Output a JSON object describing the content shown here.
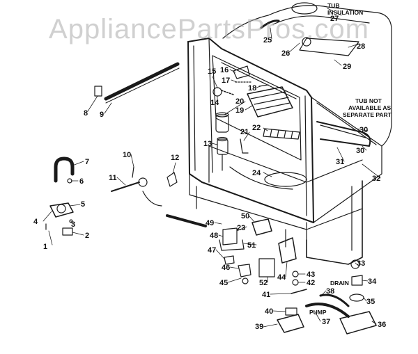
{
  "watermark": "AppliancePartsPros.com",
  "colors": {
    "ink": "#1a1a1a",
    "paper": "#ffffff",
    "watermark": "#aaaaaa"
  },
  "notes": {
    "tub_insulation_1": "TUB",
    "tub_insulation_2": "INSULATION",
    "tub_not_1": "TUB NOT",
    "tub_not_2": "AVAILABLE AS",
    "tub_not_3": "SEPARATE PART",
    "drain": "DRAIN",
    "pump": "PUMP"
  },
  "parts": [
    {
      "id": "1",
      "label": "1"
    },
    {
      "id": "2",
      "label": "2"
    },
    {
      "id": "3",
      "label": "3"
    },
    {
      "id": "4",
      "label": "4"
    },
    {
      "id": "5",
      "label": "5"
    },
    {
      "id": "6",
      "label": "6"
    },
    {
      "id": "7",
      "label": "7"
    },
    {
      "id": "8",
      "label": "8"
    },
    {
      "id": "9",
      "label": "9"
    },
    {
      "id": "10",
      "label": "10"
    },
    {
      "id": "11",
      "label": "11"
    },
    {
      "id": "12",
      "label": "12"
    },
    {
      "id": "13",
      "label": "13"
    },
    {
      "id": "14",
      "label": "14"
    },
    {
      "id": "15",
      "label": "15"
    },
    {
      "id": "16",
      "label": "16"
    },
    {
      "id": "17",
      "label": "17"
    },
    {
      "id": "18",
      "label": "18"
    },
    {
      "id": "19",
      "label": "19"
    },
    {
      "id": "20",
      "label": "20"
    },
    {
      "id": "21",
      "label": "21"
    },
    {
      "id": "22",
      "label": "22"
    },
    {
      "id": "23",
      "label": "23"
    },
    {
      "id": "24",
      "label": "24"
    },
    {
      "id": "25",
      "label": "25"
    },
    {
      "id": "26",
      "label": "26"
    },
    {
      "id": "27",
      "label": "27"
    },
    {
      "id": "28",
      "label": "28"
    },
    {
      "id": "29",
      "label": "29"
    },
    {
      "id": "30a",
      "label": "30"
    },
    {
      "id": "30b",
      "label": "30"
    },
    {
      "id": "31",
      "label": "31"
    },
    {
      "id": "32",
      "label": "32"
    },
    {
      "id": "33",
      "label": "33"
    },
    {
      "id": "34",
      "label": "34"
    },
    {
      "id": "35",
      "label": "35"
    },
    {
      "id": "36",
      "label": "36"
    },
    {
      "id": "37",
      "label": "37"
    },
    {
      "id": "38",
      "label": "38"
    },
    {
      "id": "39",
      "label": "39"
    },
    {
      "id": "40",
      "label": "40"
    },
    {
      "id": "41",
      "label": "41"
    },
    {
      "id": "42",
      "label": "42"
    },
    {
      "id": "43",
      "label": "43"
    },
    {
      "id": "44",
      "label": "44"
    },
    {
      "id": "45",
      "label": "45"
    },
    {
      "id": "46",
      "label": "46"
    },
    {
      "id": "47",
      "label": "47"
    },
    {
      "id": "48",
      "label": "48"
    },
    {
      "id": "49",
      "label": "49"
    },
    {
      "id": "50",
      "label": "50"
    },
    {
      "id": "51",
      "label": "51"
    },
    {
      "id": "52",
      "label": "52"
    }
  ]
}
